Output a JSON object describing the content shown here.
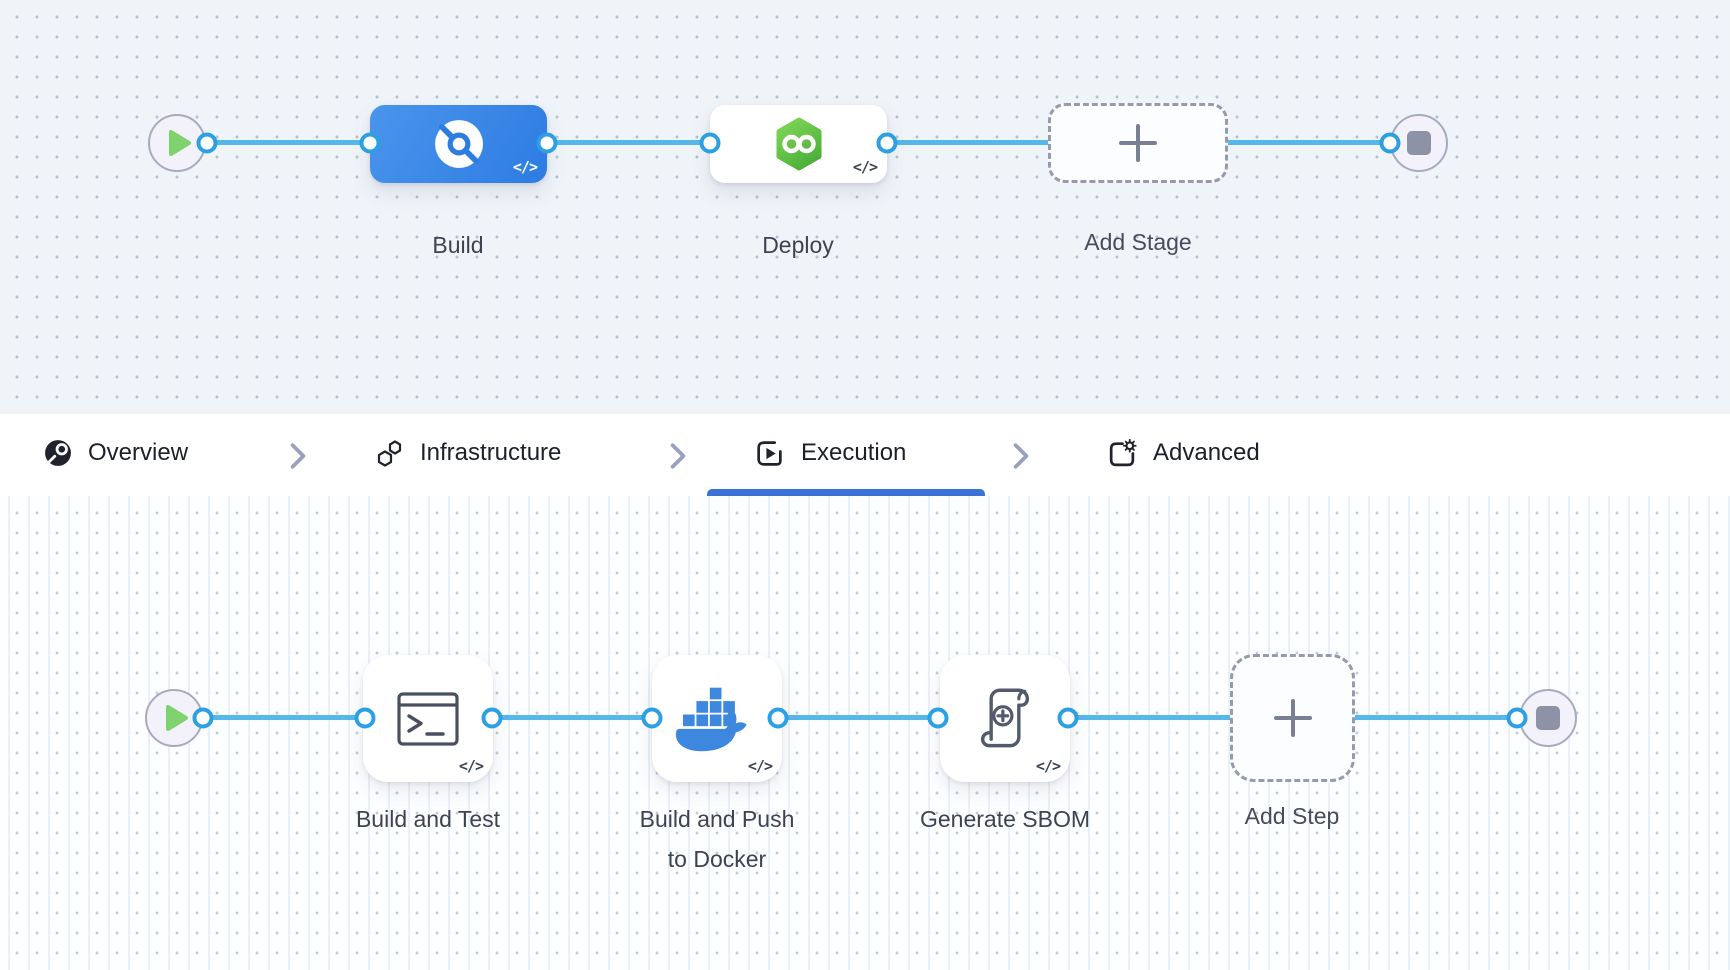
{
  "pipeline": {
    "stages": [
      {
        "label": "Build",
        "kind": "ci",
        "code_badge": "</>"
      },
      {
        "label": "Deploy",
        "kind": "cd",
        "code_badge": "</>"
      },
      {
        "label": "Add Stage",
        "kind": "add"
      }
    ]
  },
  "tabs": {
    "items": [
      {
        "label": "Overview",
        "icon": "stage-overview-icon",
        "active": false
      },
      {
        "label": "Infrastructure",
        "icon": "infrastructure-icon",
        "active": false
      },
      {
        "label": "Execution",
        "icon": "execution-icon",
        "active": true
      },
      {
        "label": "Advanced",
        "icon": "advanced-icon",
        "active": false
      }
    ]
  },
  "steps": {
    "items": [
      {
        "label": "Build and Test",
        "label_line2": "",
        "kind": "run-shell",
        "code_badge": "</>"
      },
      {
        "label": "Build and Push",
        "label_line2": "to Docker",
        "kind": "docker",
        "code_badge": "</>"
      },
      {
        "label": "Generate SBOM",
        "label_line2": "",
        "kind": "sbom",
        "code_badge": "</>"
      },
      {
        "label": "Add Step",
        "kind": "add"
      }
    ]
  },
  "icons": {
    "start_node": "play-icon",
    "end_node": "stop-icon",
    "add": "plus-icon",
    "separator": "chevron-right-icon",
    "code": "code-braces-icon"
  },
  "colors": {
    "connector_line": "#56b8ea",
    "connector_dot_border": "#2da0e4",
    "stage_build_blue": "#2d7ce2",
    "deploy_green": "#5cc044",
    "docker_blue": "#3d87de",
    "tab_underline_blue": "#3a72d6",
    "play_green": "#7ed36e",
    "stop_gray": "#8e92a7",
    "canvas_top_bg": "#eff4f9",
    "canvas_bottom_bg": "#fdfeff"
  }
}
